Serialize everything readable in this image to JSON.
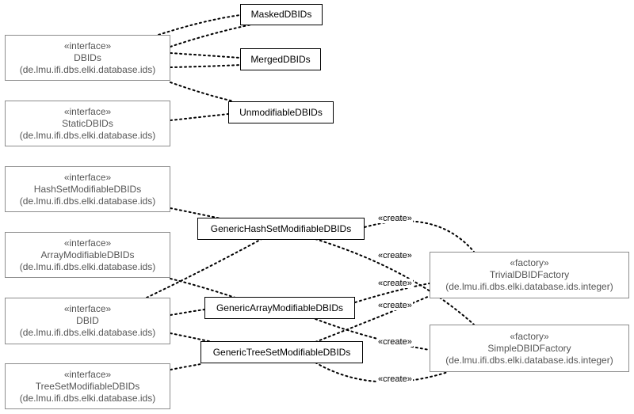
{
  "nodes": {
    "masked_dbids": "MaskedDBIDs",
    "merged_dbids": "MergedDBIDs",
    "unmodifiable_dbids": "UnmodifiableDBIDs",
    "dbids": {
      "stereotype": "«interface»",
      "name": "DBIDs",
      "package": "(de.lmu.ifi.dbs.elki.database.ids)"
    },
    "static_dbids": {
      "stereotype": "«interface»",
      "name": "StaticDBIDs",
      "package": "(de.lmu.ifi.dbs.elki.database.ids)"
    },
    "hashset_modifiable_dbids": {
      "stereotype": "«interface»",
      "name": "HashSetModifiableDBIDs",
      "package": "(de.lmu.ifi.dbs.elki.database.ids)"
    },
    "array_modifiable_dbids": {
      "stereotype": "«interface»",
      "name": "ArrayModifiableDBIDs",
      "package": "(de.lmu.ifi.dbs.elki.database.ids)"
    },
    "dbid": {
      "stereotype": "«interface»",
      "name": "DBID",
      "package": "(de.lmu.ifi.dbs.elki.database.ids)"
    },
    "treeset_modifiable_dbids": {
      "stereotype": "«interface»",
      "name": "TreeSetModifiableDBIDs",
      "package": "(de.lmu.ifi.dbs.elki.database.ids)"
    },
    "generic_hashset": "GenericHashSetModifiableDBIDs",
    "generic_array": "GenericArrayModifiableDBIDs",
    "generic_treeset": "GenericTreeSetModifiableDBIDs",
    "trivial_factory": {
      "stereotype": "«factory»",
      "name": "TrivialDBIDFactory",
      "package": "(de.lmu.ifi.dbs.elki.database.ids.integer)"
    },
    "simple_factory": {
      "stereotype": "«factory»",
      "name": "SimpleDBIDFactory",
      "package": "(de.lmu.ifi.dbs.elki.database.ids.integer)"
    }
  },
  "edge_labels": {
    "create_1": "«create»",
    "create_2": "«create»",
    "create_3": "«create»",
    "create_4": "«create»",
    "create_5": "«create»",
    "create_6": "«create»"
  }
}
